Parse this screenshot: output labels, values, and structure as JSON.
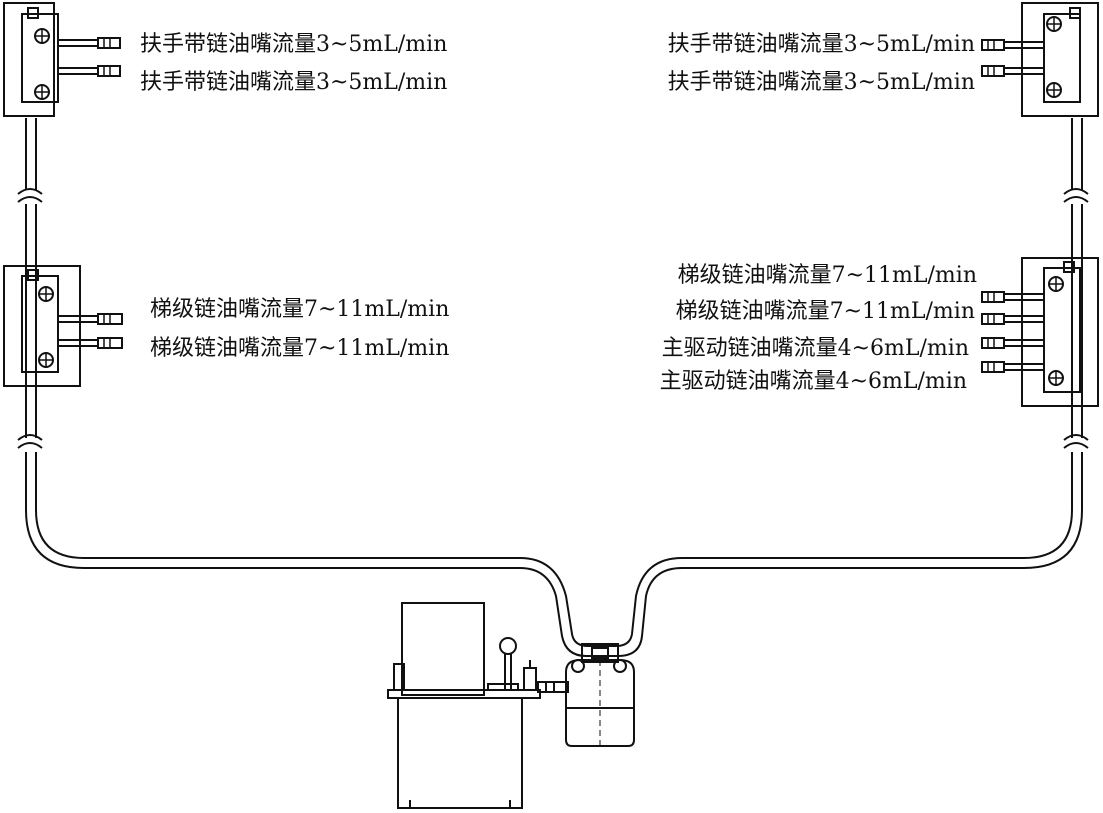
{
  "labels": {
    "top_left_1": "扶手带链油嘴流量3~5mL/min",
    "top_left_2": "扶手带链油嘴流量3~5mL/min",
    "top_right_1": "扶手带链油嘴流量3~5mL/min",
    "top_right_2": "扶手带链油嘴流量3~5mL/min",
    "mid_left_1": "梯级链油嘴流量7~11mL/min",
    "mid_left_2": "梯级链油嘴流量7~11mL/min",
    "mid_right_1": "梯级链油嘴流量7~11mL/min",
    "mid_right_2": "梯级链油嘴流量7~11mL/min",
    "mid_right_3": "主驱动链油嘴流量4~6mL/min",
    "mid_right_4": "主驱动链油嘴流量4~6mL/min"
  },
  "colors": {
    "line": "#111111",
    "background": "#ffffff"
  }
}
